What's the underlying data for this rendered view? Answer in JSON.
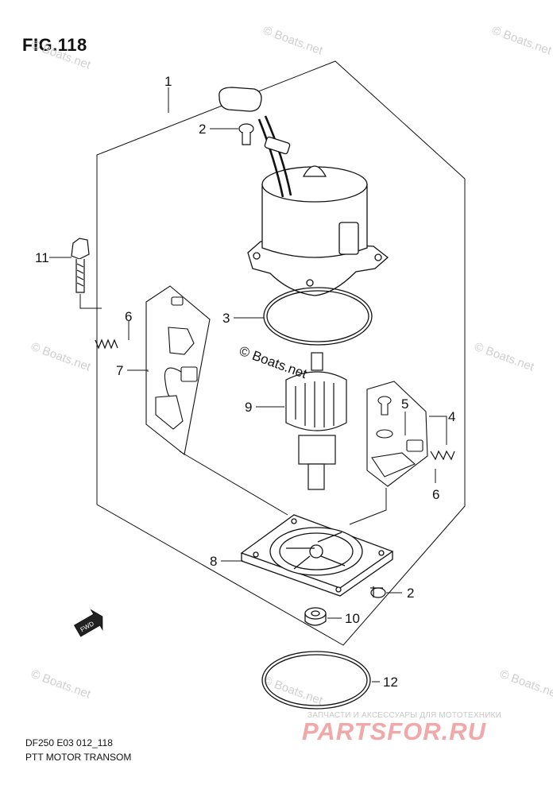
{
  "figure": {
    "title": "FIG.118"
  },
  "footer": {
    "code": "DF250 E03 012_118",
    "name": "PTT MOTOR TRANSOM"
  },
  "watermark": {
    "text": "© Boats.net",
    "center_text": "© Boats.net"
  },
  "ad": {
    "line": "ЗАПЧАСТИ И АКСЕССУАРЫ ДЛЯ МОТОТЕХНИКИ",
    "logo": "PARTSFOR.RU"
  },
  "fwd_label": "FWD",
  "callouts": {
    "c1": "1",
    "c2a": "2",
    "c2b": "2",
    "c3": "3",
    "c4": "4",
    "c5": "5",
    "c6a": "6",
    "c6b": "6",
    "c7": "7",
    "c8": "8",
    "c9": "9",
    "c10": "10",
    "c11": "11",
    "c12": "12"
  },
  "colors": {
    "line": "#111111",
    "watermark": "#cfcfcf",
    "ad_logo": "#f0a8a8"
  }
}
